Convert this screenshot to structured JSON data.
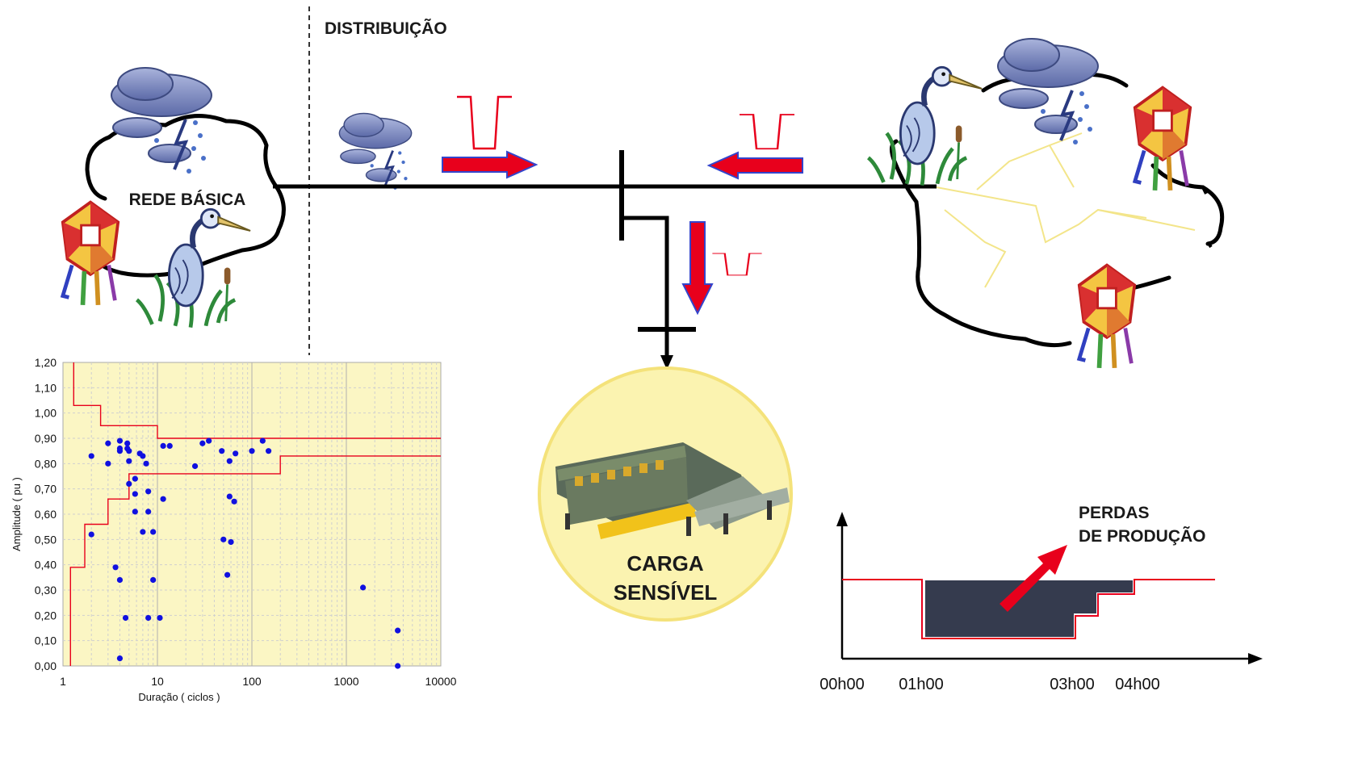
{
  "labels": {
    "distribution": "DISTRIBUIÇÃO",
    "basic_network": "REDE BÁSICA",
    "load_line1": "CARGA",
    "load_line2": "SENSÍVEL",
    "losses_line1": "PERDAS",
    "losses_line2": "DE PRODUÇÃO"
  },
  "colors": {
    "arrow_red": "#e8001c",
    "arrow_outline": "#3344cc",
    "dip_red": "#e8001c",
    "load_circle": "#fbf3b0",
    "chart_bg": "#fbf6c4",
    "point_blue": "#1010e0",
    "curve_red": "#e8001c",
    "loss_area": "#353b4e"
  },
  "icons": [
    "storm-cloud-icon",
    "heron-icon",
    "kite-icon",
    "factory-machine-icon"
  ],
  "chart_data": {
    "type": "scatter",
    "title": "",
    "xlabel": "Duração ( ciclos )",
    "ylabel": "Amplitude ( pu )",
    "x_scale": "log",
    "xlim": [
      1,
      10000
    ],
    "ylim": [
      0,
      1.2
    ],
    "x_ticks": [
      "1",
      "10",
      "100",
      "1000",
      "10000"
    ],
    "y_ticks": [
      "0,00",
      "0,10",
      "0,20",
      "0,30",
      "0,40",
      "0,50",
      "0,60",
      "0,70",
      "0,80",
      "0,90",
      "1,00",
      "1,10",
      "1,20"
    ],
    "grid": true,
    "points": [
      {
        "x": 2,
        "y": 0.83
      },
      {
        "x": 2,
        "y": 0.52
      },
      {
        "x": 3,
        "y": 0.88
      },
      {
        "x": 3,
        "y": 0.8
      },
      {
        "x": 3.6,
        "y": 0.39
      },
      {
        "x": 4,
        "y": 0.89
      },
      {
        "x": 4,
        "y": 0.86
      },
      {
        "x": 4,
        "y": 0.85
      },
      {
        "x": 4,
        "y": 0.34
      },
      {
        "x": 4,
        "y": 0.03
      },
      {
        "x": 4.6,
        "y": 0.19
      },
      {
        "x": 4.8,
        "y": 0.88
      },
      {
        "x": 4.8,
        "y": 0.86
      },
      {
        "x": 5,
        "y": 0.85
      },
      {
        "x": 5,
        "y": 0.81
      },
      {
        "x": 5,
        "y": 0.72
      },
      {
        "x": 5.8,
        "y": 0.74
      },
      {
        "x": 5.8,
        "y": 0.68
      },
      {
        "x": 5.8,
        "y": 0.61
      },
      {
        "x": 6.5,
        "y": 0.84
      },
      {
        "x": 7,
        "y": 0.83
      },
      {
        "x": 7,
        "y": 0.53
      },
      {
        "x": 7.6,
        "y": 0.8
      },
      {
        "x": 8,
        "y": 0.69
      },
      {
        "x": 8,
        "y": 0.61
      },
      {
        "x": 8,
        "y": 0.19
      },
      {
        "x": 9,
        "y": 0.53
      },
      {
        "x": 9,
        "y": 0.34
      },
      {
        "x": 10.6,
        "y": 0.19
      },
      {
        "x": 11.5,
        "y": 0.87
      },
      {
        "x": 11.5,
        "y": 0.66
      },
      {
        "x": 13.5,
        "y": 0.87
      },
      {
        "x": 25,
        "y": 0.79
      },
      {
        "x": 30,
        "y": 0.88
      },
      {
        "x": 35,
        "y": 0.89
      },
      {
        "x": 48,
        "y": 0.85
      },
      {
        "x": 50,
        "y": 0.5
      },
      {
        "x": 55,
        "y": 0.36
      },
      {
        "x": 58,
        "y": 0.81
      },
      {
        "x": 58,
        "y": 0.67
      },
      {
        "x": 60,
        "y": 0.49
      },
      {
        "x": 65,
        "y": 0.65
      },
      {
        "x": 67,
        "y": 0.84
      },
      {
        "x": 100,
        "y": 0.85
      },
      {
        "x": 130,
        "y": 0.89
      },
      {
        "x": 150,
        "y": 0.85
      },
      {
        "x": 1500,
        "y": 0.31
      },
      {
        "x": 3500,
        "y": 0.14
      },
      {
        "x": 3500,
        "y": 0.0
      }
    ],
    "upper_curve": [
      [
        1.3,
        1.2
      ],
      [
        1.3,
        1.03
      ],
      [
        2.5,
        1.03
      ],
      [
        2.5,
        0.95
      ],
      [
        10,
        0.95
      ],
      [
        10,
        0.9
      ],
      [
        10000,
        0.9
      ]
    ],
    "lower_curve": [
      [
        1.2,
        0
      ],
      [
        1.2,
        0.39
      ],
      [
        1.7,
        0.39
      ],
      [
        1.7,
        0.56
      ],
      [
        3,
        0.56
      ],
      [
        3,
        0.66
      ],
      [
        5,
        0.66
      ],
      [
        5,
        0.76
      ],
      [
        200,
        0.76
      ],
      [
        200,
        0.83
      ],
      [
        10000,
        0.83
      ]
    ]
  },
  "timeline": {
    "ticks": [
      "00h00",
      "01h00",
      "03h00",
      "04h00"
    ]
  }
}
